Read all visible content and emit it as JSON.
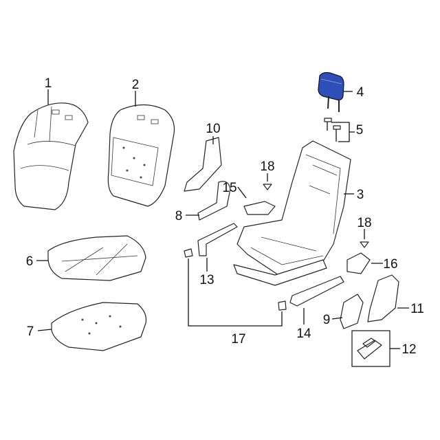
{
  "diagram": {
    "highlight_color": "#2f4fb8",
    "callouts": [
      {
        "id": "1",
        "label": "1"
      },
      {
        "id": "2",
        "label": "2"
      },
      {
        "id": "3",
        "label": "3"
      },
      {
        "id": "4",
        "label": "4"
      },
      {
        "id": "5",
        "label": "5"
      },
      {
        "id": "6",
        "label": "6"
      },
      {
        "id": "7",
        "label": "7"
      },
      {
        "id": "8",
        "label": "8"
      },
      {
        "id": "9",
        "label": "9"
      },
      {
        "id": "10",
        "label": "10"
      },
      {
        "id": "11",
        "label": "11"
      },
      {
        "id": "12",
        "label": "12"
      },
      {
        "id": "13",
        "label": "13"
      },
      {
        "id": "14",
        "label": "14"
      },
      {
        "id": "15",
        "label": "15"
      },
      {
        "id": "16",
        "label": "16"
      },
      {
        "id": "17",
        "label": "17"
      },
      {
        "id": "18a",
        "label": "18"
      },
      {
        "id": "18b",
        "label": "18"
      }
    ]
  }
}
